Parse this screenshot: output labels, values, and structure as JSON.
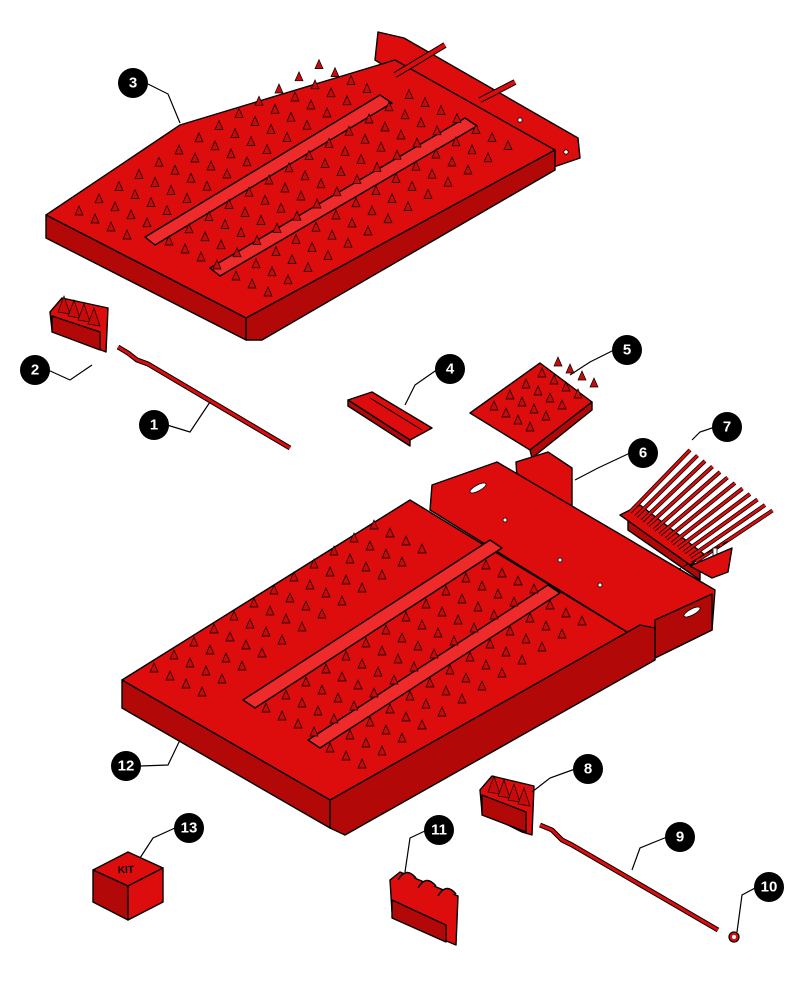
{
  "callouts": [
    {
      "id": "1",
      "label": "1"
    },
    {
      "id": "2",
      "label": "2"
    },
    {
      "id": "3",
      "label": "3"
    },
    {
      "id": "4",
      "label": "4"
    },
    {
      "id": "5",
      "label": "5"
    },
    {
      "id": "6",
      "label": "6"
    },
    {
      "id": "7",
      "label": "7"
    },
    {
      "id": "8",
      "label": "8"
    },
    {
      "id": "9",
      "label": "9"
    },
    {
      "id": "10",
      "label": "10"
    },
    {
      "id": "11",
      "label": "11"
    },
    {
      "id": "12",
      "label": "12"
    },
    {
      "id": "13",
      "label": "13"
    }
  ],
  "kit_label": "KIT",
  "colors": {
    "part": "#dd0d0d",
    "outline": "#000000",
    "callout": "#000000"
  }
}
